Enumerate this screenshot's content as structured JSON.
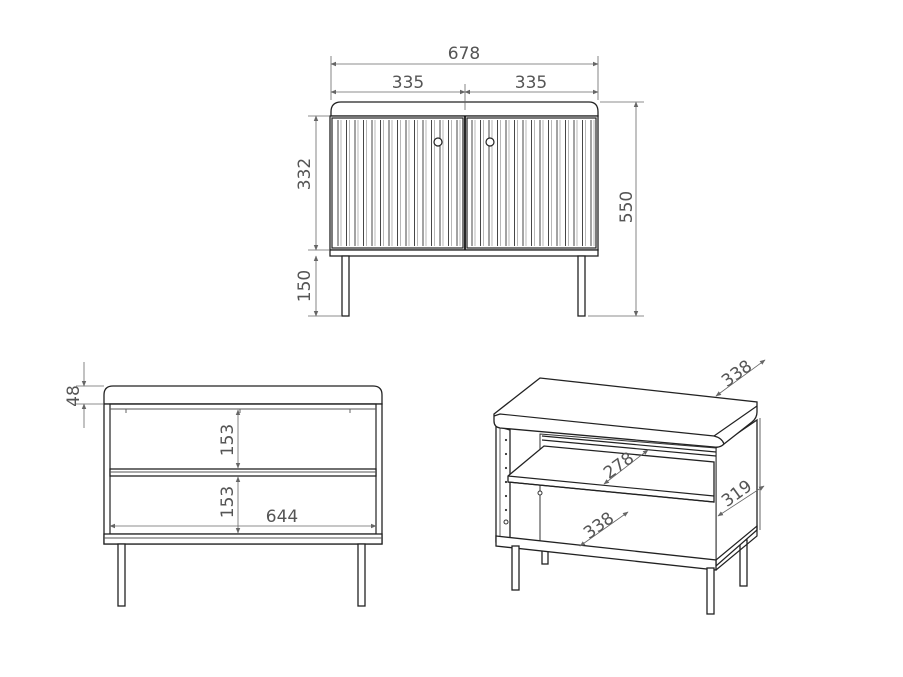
{
  "front_view": {
    "total_width": "678",
    "door_width_left": "335",
    "door_width_right": "335",
    "door_height": "332",
    "leg_height": "150",
    "total_height": "550"
  },
  "back_view": {
    "top_thickness": "48",
    "upper_gap": "153",
    "lower_gap": "153",
    "inner_width": "644"
  },
  "iso_view": {
    "depth_top": "338",
    "shelf_depth": "278",
    "bottom_depth": "338",
    "side_height": "319"
  },
  "colors": {
    "line": "#222222",
    "dimension": "#666666"
  }
}
